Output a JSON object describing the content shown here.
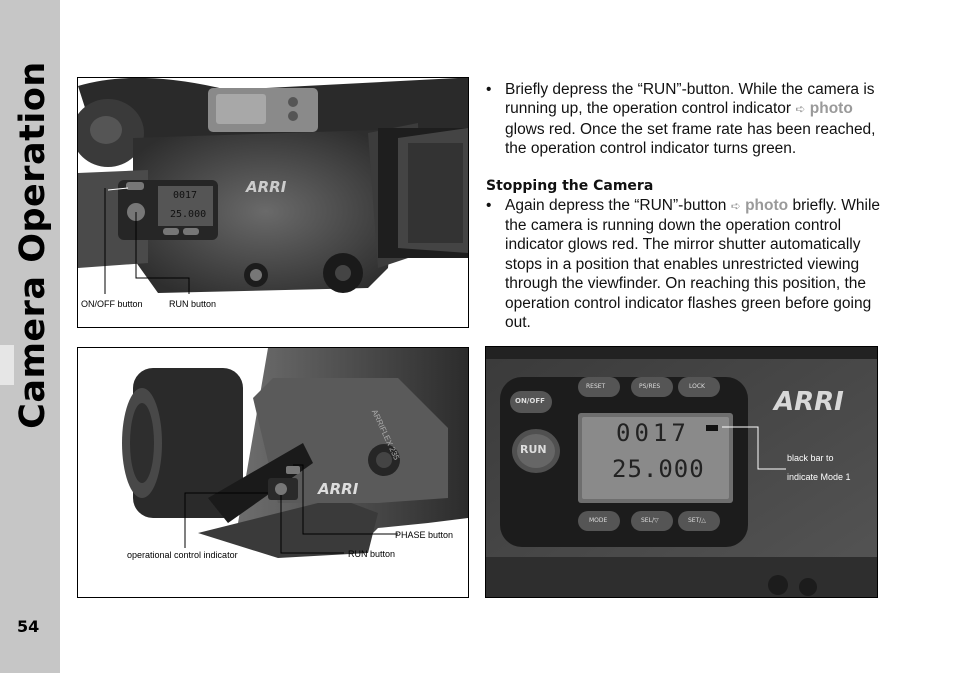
{
  "sidebar": {
    "title": "Camera Operation",
    "page_number": "54"
  },
  "photo1": {
    "labels": {
      "on_off": "ON/OFF button",
      "run": "RUN button"
    },
    "panel": {
      "arri": "ARRI",
      "frames": "0017",
      "fps": "25.000"
    }
  },
  "photo2": {
    "labels": {
      "indicator": "operational control indicator",
      "phase": "PHASE button",
      "run": "RUN button"
    },
    "panel": {
      "arri": "ARRI",
      "model": "ARRIFLEX 235"
    }
  },
  "photo3": {
    "labels": {
      "mode_bar_line1": "black bar to",
      "mode_bar_line2": "indicate Mode 1"
    },
    "panel": {
      "arri": "ARRI",
      "run": "RUN",
      "on_off": "ON/OFF",
      "frames": "0017",
      "fps": "25.000",
      "buttons_top": [
        "RESET",
        "PS/RES",
        "LOCK"
      ],
      "buttons_bottom": [
        "MODE",
        "SEL/▽",
        "SET/△"
      ]
    }
  },
  "text": {
    "para1_before": "Briefly depress the “RUN”-button. While the camera is running up, the operation control indicator ",
    "para1_ref": "photo",
    "para1_after": " glows red. Once the set frame rate has been reached, the operation control indicator turns green.",
    "heading": "Stopping the Camera",
    "para2_before": "Again depress the “RUN”-button ",
    "para2_ref": "photo",
    "para2_after": " briefly. While the camera is running down the operation control indicator glows red. The mirror shutter automatically stops in a position that enables unrestricted viewing through the viewfinder. On reaching this position, the operation control indicator flashes green before going out."
  }
}
